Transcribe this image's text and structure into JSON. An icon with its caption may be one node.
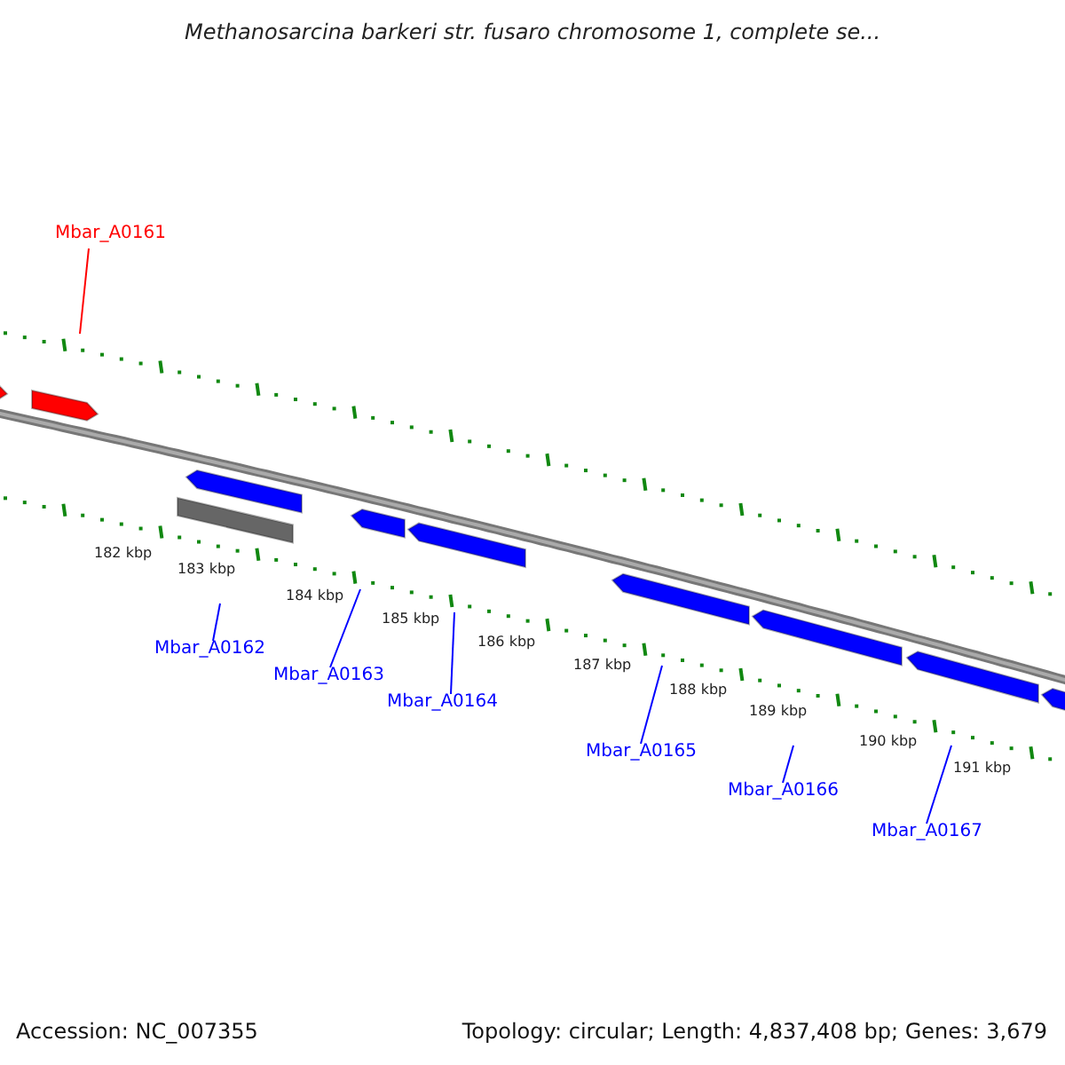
{
  "diagram": {
    "title": "Methanosarcina barkeri str. fusaro chromosome 1, complete se...",
    "nodes": [
      {
        "text": [
          "Mbar_A0161"
        ]
      },
      {
        "text": [
          "Mbar_A0162"
        ]
      },
      {
        "text": [
          "Mbar_A0163"
        ]
      },
      {
        "text": [
          "Mbar_A0164"
        ]
      },
      {
        "text": [
          "Mbar_A0165"
        ]
      },
      {
        "text": [
          "Mbar_A0166"
        ]
      },
      {
        "text": [
          "Mbar_A0167"
        ]
      }
    ],
    "edges": [
      {
        "from": 0,
        "to": null,
        "arrow": "none",
        "color": "#ff0000"
      },
      {
        "from": 1,
        "to": null,
        "arrow": "none"
      },
      {
        "from": 2,
        "to": null,
        "arrow": "none"
      },
      {
        "from": 3,
        "to": null,
        "arrow": "none"
      },
      {
        "from": 4,
        "to": null,
        "arrow": "none"
      },
      {
        "from": 5,
        "to": null,
        "arrow": "none"
      },
      {
        "from": 6,
        "to": null,
        "arrow": "none"
      }
    ],
    "labels": [
      "182 kbp",
      "183 kbp",
      "184 kbp",
      "185 kbp",
      "186 kbp",
      "187 kbp",
      "188 kbp",
      "189 kbp",
      "190 kbp",
      "191 kbp",
      "Accession: NC_007355",
      "Topology: circular; Length: 4,837,408 bp; Genes: 3,679"
    ]
  }
}
